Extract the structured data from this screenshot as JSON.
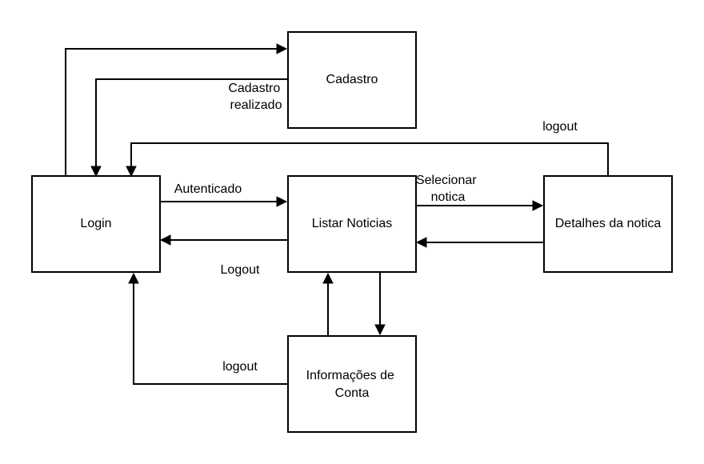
{
  "nodes": {
    "cadastro": {
      "lines": [
        "Cadastro"
      ]
    },
    "login": {
      "lines": [
        "Login"
      ]
    },
    "listar": {
      "lines": [
        "Listar Noticias"
      ]
    },
    "detalhes": {
      "lines": [
        "Detalhes da notica"
      ]
    },
    "informacoes": {
      "lines": [
        "Informações de",
        "Conta"
      ]
    }
  },
  "edges": {
    "login_to_cadastro": {
      "label": []
    },
    "cadastro_to_login": {
      "label": [
        "Cadastro",
        "realizado"
      ]
    },
    "detalhes_to_login": {
      "label": [
        "logout"
      ]
    },
    "login_to_listar": {
      "label": [
        "Autenticado"
      ]
    },
    "listar_to_login": {
      "label": [
        "Logout"
      ]
    },
    "listar_to_detalhes": {
      "label": [
        "Selecionar",
        "notica"
      ]
    },
    "detalhes_to_listar": {
      "label": []
    },
    "informacoes_to_listar": {
      "label": []
    },
    "listar_to_informacoes": {
      "label": []
    },
    "informacoes_to_login": {
      "label": [
        "logout"
      ]
    }
  }
}
